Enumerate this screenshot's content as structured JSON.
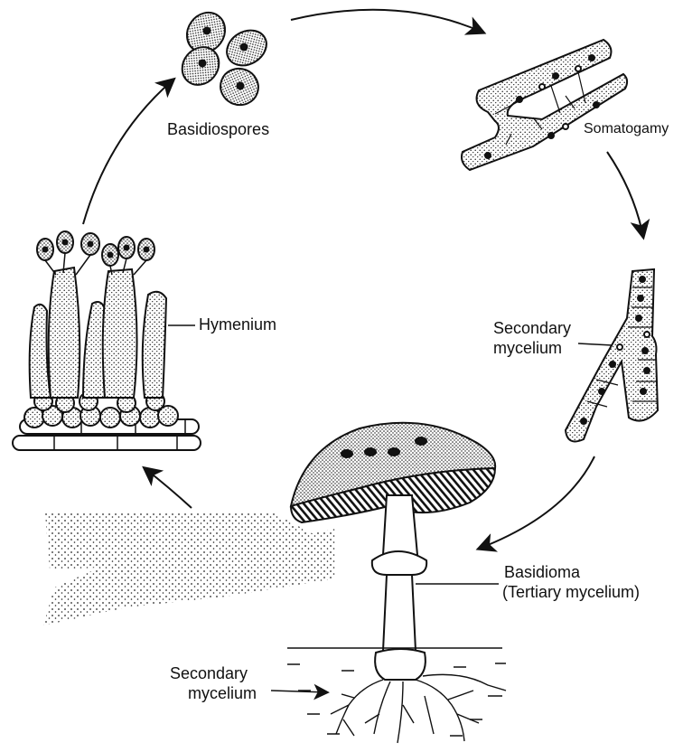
{
  "labels": {
    "basidiospores": "Basidiospores",
    "somatogamy": "Somatogamy",
    "secondary_mycelium_top_line1": "Secondary",
    "secondary_mycelium_top_line2": "mycelium",
    "hymenium": "Hymenium",
    "basidioma_line1": "Basidioma",
    "basidioma_line2": "(Tertiary mycelium)",
    "secondary_mycelium_bottom_line1": "Secondary",
    "secondary_mycelium_bottom_line2": "mycelium"
  },
  "colors": {
    "ink": "#111111",
    "stipple": "#333333",
    "background": "#ffffff"
  }
}
